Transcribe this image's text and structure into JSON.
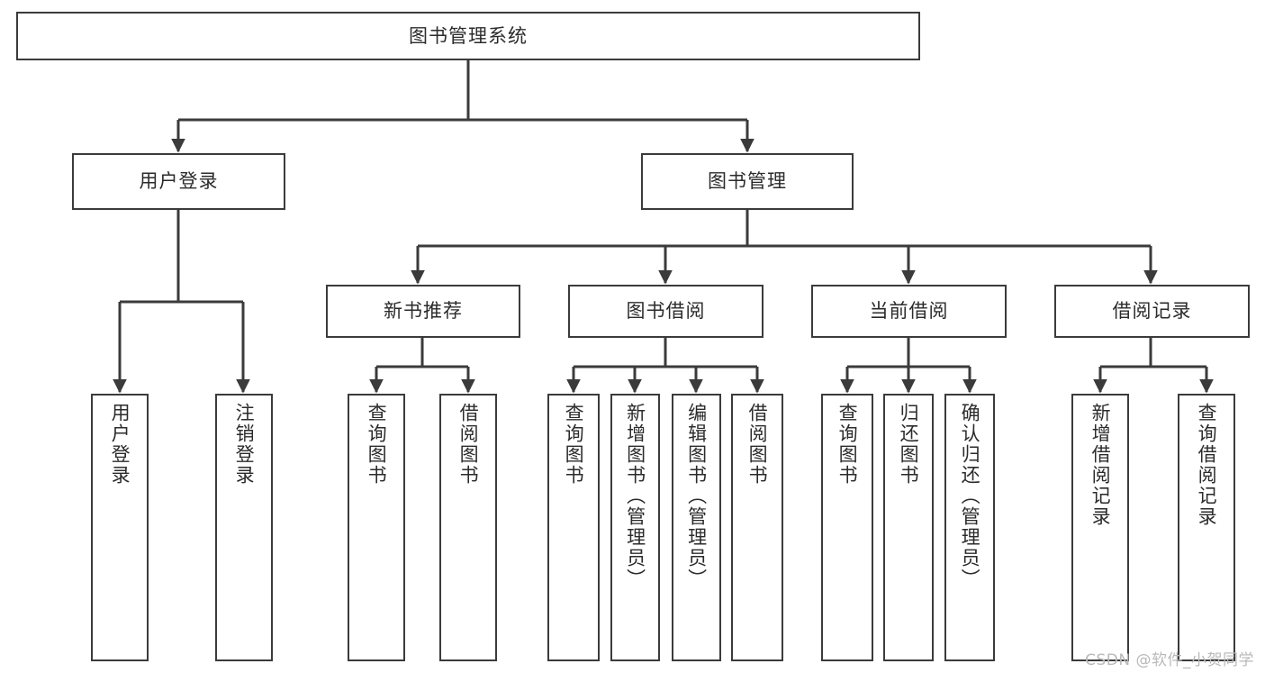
{
  "diagram": {
    "title": "图书管理系统",
    "type": "tree",
    "watermark": "CSDN @软件_小贺同学",
    "colors": {
      "stroke": "#3b3b3b",
      "text": "#2b2b2b",
      "background": "#ffffff",
      "watermark": "#b9b9b9"
    },
    "nodes": {
      "root": {
        "label": "图书管理系统"
      },
      "level2": [
        {
          "id": "user-login",
          "label": "用户登录"
        },
        {
          "id": "book-manage",
          "label": "图书管理"
        }
      ],
      "level3": [
        {
          "id": "new-book-recommend",
          "label": "新书推荐"
        },
        {
          "id": "book-borrow",
          "label": "图书借阅"
        },
        {
          "id": "current-borrow",
          "label": "当前借阅"
        },
        {
          "id": "borrow-record",
          "label": "借阅记录"
        }
      ],
      "leaves": [
        {
          "id": "leaf-user-login",
          "label": "用户登录",
          "parent": "user-login"
        },
        {
          "id": "leaf-logout",
          "label": "注销登录",
          "parent": "user-login"
        },
        {
          "id": "leaf-query-book-1",
          "label": "查询图书",
          "parent": "new-book-recommend"
        },
        {
          "id": "leaf-borrow-book-1",
          "label": "借阅图书",
          "parent": "new-book-recommend"
        },
        {
          "id": "leaf-query-book-2",
          "label": "查询图书",
          "parent": "book-borrow"
        },
        {
          "id": "leaf-add-book",
          "label": "新增图书（管理员）",
          "parent": "book-borrow"
        },
        {
          "id": "leaf-edit-book",
          "label": "编辑图书（管理员）",
          "parent": "book-borrow"
        },
        {
          "id": "leaf-borrow-book-2",
          "label": "借阅图书",
          "parent": "book-borrow"
        },
        {
          "id": "leaf-query-book-3",
          "label": "查询图书",
          "parent": "current-borrow"
        },
        {
          "id": "leaf-return-book",
          "label": "归还图书",
          "parent": "current-borrow"
        },
        {
          "id": "leaf-confirm-return",
          "label": "确认归还（管理员）",
          "parent": "current-borrow"
        },
        {
          "id": "leaf-add-record",
          "label": "新增借阅记录",
          "parent": "borrow-record"
        },
        {
          "id": "leaf-query-record",
          "label": "查询借阅记录",
          "parent": "borrow-record"
        }
      ]
    }
  }
}
